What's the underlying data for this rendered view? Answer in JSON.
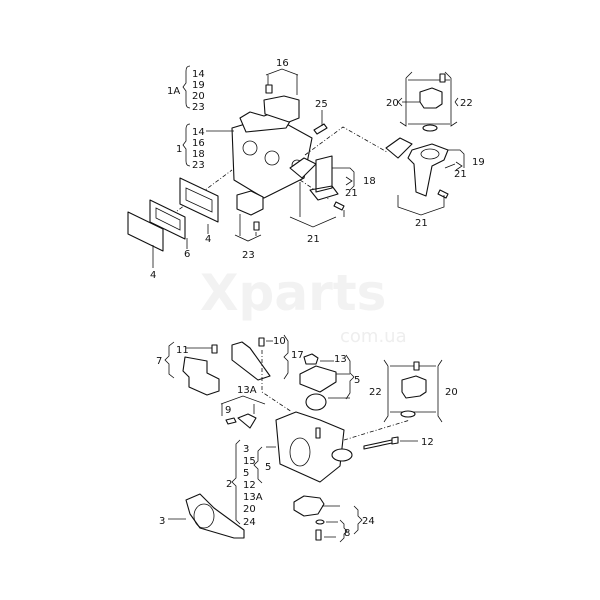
{
  "watermark": {
    "brand": "Xparts",
    "domain": "com.ua"
  },
  "top_labels": {
    "g1a": "1A",
    "g1a_items": [
      "14",
      "19",
      "20",
      "23"
    ],
    "g1": "1",
    "g1_items": [
      "14",
      "16",
      "18",
      "23"
    ],
    "l16": "16",
    "l25": "25",
    "l20": "20",
    "l22": "22",
    "l18": "18",
    "l21a": "21",
    "l21b": "21",
    "l19": "19",
    "l21c": "21",
    "l21d": "21",
    "l23": "23",
    "l4a": "4",
    "l6": "6",
    "l4b": "4"
  },
  "bottom_labels": {
    "l11": "11",
    "l7": "7",
    "l10": "10",
    "l17": "17",
    "l13": "13",
    "l5a": "5",
    "l13a": "13A",
    "l9": "9",
    "l22": "22",
    "l20": "20",
    "l12": "12",
    "g2": "2",
    "g2_items": [
      "3",
      "15",
      "5",
      "12",
      "13A",
      "20",
      "24"
    ],
    "l5b": "5",
    "l3": "3",
    "l24": "24",
    "l8": "8"
  }
}
